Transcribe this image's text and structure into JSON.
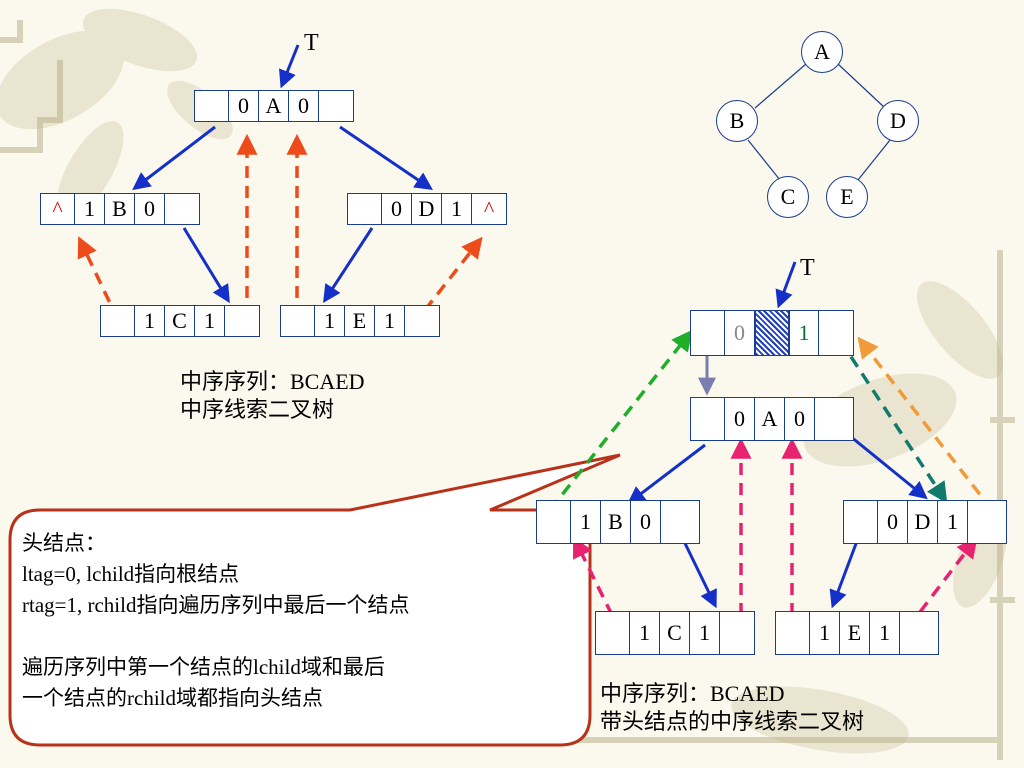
{
  "pointer_label": "T",
  "left_tree": {
    "root": [
      "",
      "0",
      "A",
      "0",
      ""
    ],
    "b_node": [
      "^",
      "1",
      "B",
      "0",
      ""
    ],
    "d_node": [
      "",
      "0",
      "D",
      "1",
      "^"
    ],
    "c_node": [
      "",
      "1",
      "C",
      "1",
      ""
    ],
    "e_node": [
      "",
      "1",
      "E",
      "1",
      ""
    ],
    "caption_line1": "中序序列：BCAED",
    "caption_line2": "中序线索二叉树"
  },
  "small_tree": {
    "a": "A",
    "b": "B",
    "d": "D",
    "c": "C",
    "e": "E"
  },
  "right_tree": {
    "head": [
      "",
      "0",
      "",
      "1",
      ""
    ],
    "root": [
      "",
      "0",
      "A",
      "0",
      ""
    ],
    "b_node": [
      "",
      "1",
      "B",
      "0",
      ""
    ],
    "d_node": [
      "",
      "0",
      "D",
      "1",
      ""
    ],
    "c_node": [
      "",
      "1",
      "C",
      "1",
      ""
    ],
    "e_node": [
      "",
      "1",
      "E",
      "1",
      ""
    ],
    "caption_line1": "中序序列：BCAED",
    "caption_line2": "带头结点的中序线索二叉树"
  },
  "callout": {
    "line1": "头结点：",
    "line2": "ltag=0, lchild指向根结点",
    "line3": "rtag=1, rchild指向遍历序列中最后一个结点",
    "line4": "",
    "line5": "遍历序列中第一个结点的lchild域和最后",
    "line6": "一个结点的rchild域都指向头结点"
  },
  "colors": {
    "child_link": "#1530c8",
    "thread_red": "#ee4b1a",
    "thread_pink": "#e8226e",
    "thread_green": "#1fae28",
    "thread_teal": "#127a6c",
    "thread_orange": "#f09a3a",
    "callout_border": "#b8321a"
  }
}
